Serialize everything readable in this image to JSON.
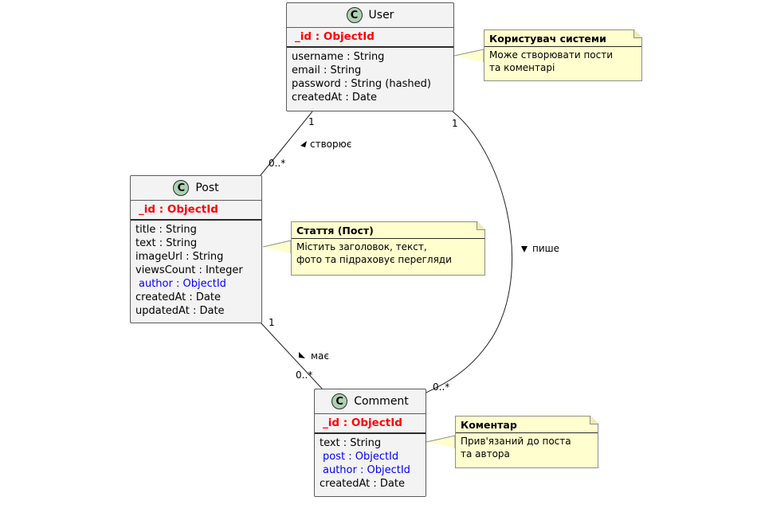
{
  "classes": {
    "user": {
      "name": "User",
      "stereotype": "C",
      "id_field": "_id : ObjectId",
      "fields": [
        "username : String",
        "email : String",
        "password : String (hashed)",
        "createdAt : Date"
      ]
    },
    "post": {
      "name": "Post",
      "stereotype": "C",
      "id_field": "_id : ObjectId",
      "fields": [
        "title : String",
        "text : String",
        "imageUrl : String",
        "viewsCount : Integer",
        "author : ObjectId",
        "createdAt : Date",
        "updatedAt : Date"
      ]
    },
    "comment": {
      "name": "Comment",
      "stereotype": "C",
      "id_field": "_id : ObjectId",
      "fields": [
        "text : String",
        "post : ObjectId",
        "author : ObjectId",
        "createdAt : Date"
      ]
    }
  },
  "notes": {
    "user": {
      "title": "Користувач системи",
      "line1": "Може створювати пости",
      "line2": "та коментарі"
    },
    "post": {
      "title": "Стаття (Пост)",
      "line1": "Містить заголовок, текст,",
      "line2": "фото та підраховує перегляди"
    },
    "comment": {
      "title": "Коментар",
      "line1": "Прив'язаний до поста",
      "line2": "та автора"
    }
  },
  "relations": {
    "creates": {
      "label": "створює",
      "from_mult": "1",
      "to_mult": "0..*"
    },
    "writes": {
      "label": "пише",
      "from_mult": "1",
      "to_mult": "0..*"
    },
    "has": {
      "label": "має",
      "from_mult": "1",
      "to_mult": "0..*"
    }
  },
  "colors": {
    "class_bg": "#f3f3f3",
    "class_border": "#5b5b5b",
    "badge": "#add1b2",
    "id_field": "#ff0000",
    "foreign_key": "#0000ff",
    "note_bg": "#fefece"
  }
}
